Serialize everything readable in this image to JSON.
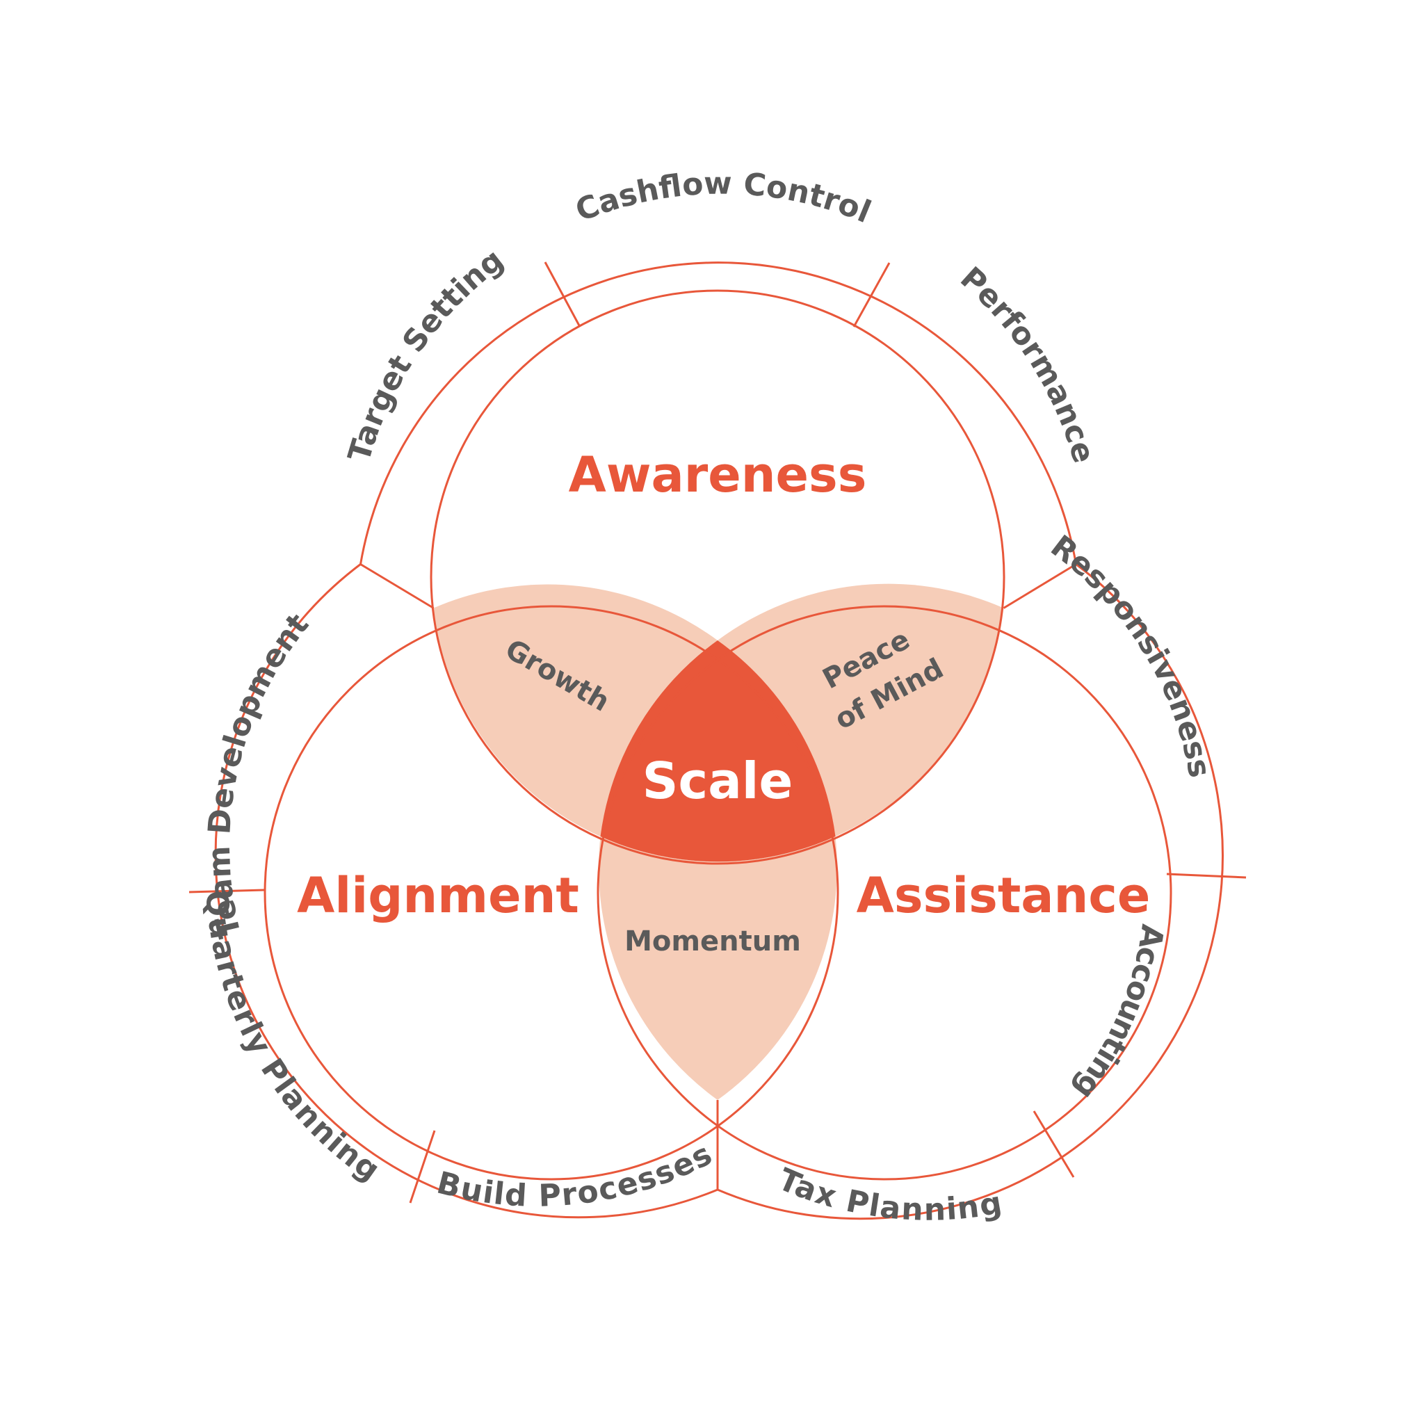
{
  "diagram": {
    "sets": [
      {
        "id": "top",
        "label": "Awareness"
      },
      {
        "id": "left",
        "label": "Alignment"
      },
      {
        "id": "right",
        "label": "Assistance"
      }
    ],
    "intersections": {
      "top_left": "Growth",
      "top_right_line1": "Peace",
      "top_right_line2": "of Mind",
      "left_right": "Momentum",
      "center": "Scale"
    },
    "ring_segments": {
      "top": [
        "Target Setting",
        "Cashflow Control",
        "Performance"
      ],
      "left": [
        "Team Development",
        "Quarterly Planning",
        "Build Processes"
      ],
      "right": [
        "Responsiveness",
        "Accounting",
        "Tax Planning"
      ]
    },
    "colors": {
      "accent": "#E8573A",
      "lens": "#F6CDB8",
      "text": "#5A5A5A"
    }
  }
}
